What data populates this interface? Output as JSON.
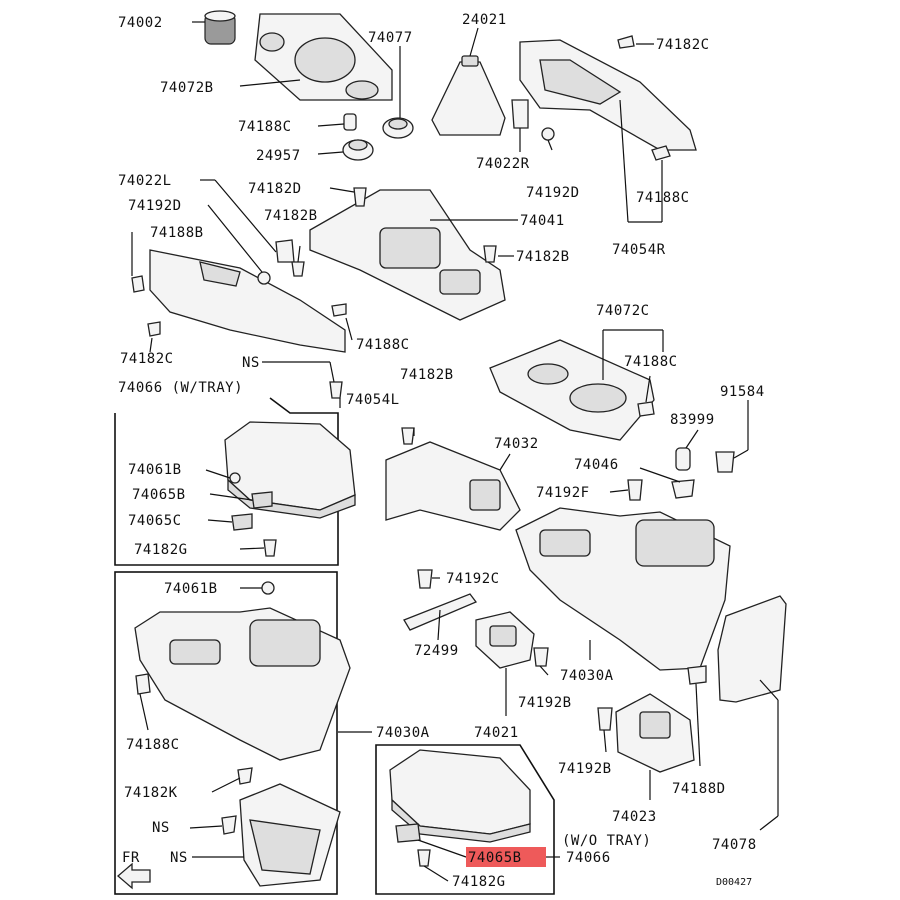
{
  "labels": {
    "l74002": "74002",
    "l74072B": "74072B",
    "l74077": "74077",
    "l24021": "24021",
    "l74182C_top": "74182C",
    "l74188C_a": "74188C",
    "l24957": "24957",
    "l74022R": "74022R",
    "l74192D_r": "74192D",
    "l74188C_r": "74188C",
    "l74054R": "74054R",
    "l74022L": "74022L",
    "l74182D": "74182D",
    "l74192D_l": "74192D",
    "l74182B_a": "74182B",
    "l74041": "74041",
    "l74188B": "74188B",
    "l74182B_b": "74182B",
    "l74182C_l": "74182C",
    "l74188C_m": "74188C",
    "lNS_a": "NS",
    "l74054L": "74054L",
    "l74066_wtray": "74066 (W/TRAY)",
    "l74182B_c": "74182B",
    "l74072C": "74072C",
    "l74188C_c": "74188C",
    "l91584": "91584",
    "l83999": "83999",
    "l74032": "74032",
    "l74046": "74046",
    "l74192F": "74192F",
    "l74061B_a": "74061B",
    "l74065B_a": "74065B",
    "l74065C": "74065C",
    "l74182G_a": "74182G",
    "l74061B_b": "74061B",
    "l74192C": "74192C",
    "l72499": "72499",
    "l74030A_r": "74030A",
    "l74192B_a": "74192B",
    "l74021": "74021",
    "l74188C_low": "74188C",
    "l74030A_l": "74030A",
    "l74192B_b": "74192B",
    "l74188D": "74188D",
    "l74182K": "74182K",
    "l74023": "74023",
    "lNS_b": "NS",
    "l74078": "74078",
    "lwotray": "(W/O TRAY)",
    "lNS_c": "NS",
    "l74065B_hl": "74065B",
    "l74066_b": "74066",
    "l74182G_b": "74182G",
    "lFR": "FR",
    "lref": "D00427"
  },
  "colors": {
    "highlight": "#ee5a5a",
    "line": "#111111"
  }
}
